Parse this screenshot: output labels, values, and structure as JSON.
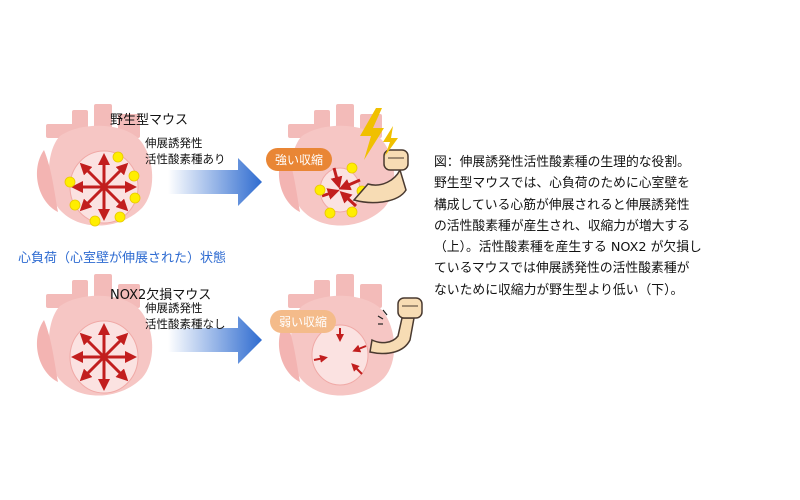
{
  "labels": {
    "wild_type": "野生型マウス",
    "ros_present_1": "伸展誘発性",
    "ros_present_2": "活性酸素種あり",
    "load_state": "心負荷（心室壁が伸展された）状態",
    "nox2_ko": "NOX2欠損マウス",
    "ros_absent_1": "伸展誘発性",
    "ros_absent_2": "活性酸素種なし",
    "strong_contraction": "強い収縮",
    "weak_contraction": "弱い収縮"
  },
  "caption_lines": [
    "図：伸展誘発性活性酸素種の生理的な役割。",
    "野生型マウスでは、心負荷のために心室壁を",
    "構成している心筋が伸展されると伸展誘発性",
    "の活性酸素種が産生され、収縮力が増大する",
    "（上）。活性酸素種を産生する NOX2 が欠損し",
    "ているマウスでは伸展誘発性の活性酸素種が",
    "ないために収縮力が野生型より低い（下）。"
  ],
  "colors": {
    "heart": "#f6c6c4",
    "chamber": "#fbe2e1",
    "ros_dot": "#ffee00",
    "inner_arrow": "#c21e1e",
    "flow_arrow": "#2f6cd0",
    "lightning": "#f0c000",
    "pill_strong": "#e98635",
    "pill_weak": "#f4bb8a",
    "blue_text": "#2e6bd1"
  }
}
